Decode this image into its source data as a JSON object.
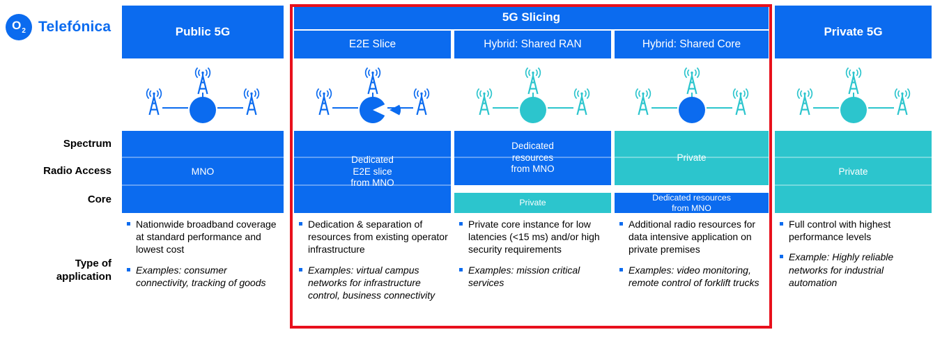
{
  "colors": {
    "blue": "#0b6bef",
    "teal": "#2cc5cd",
    "red": "#e8101c",
    "text": "#000000",
    "white": "#ffffff"
  },
  "logo": {
    "o2": "O",
    "o2_sub": "2",
    "name": "Telefónica"
  },
  "headers": {
    "public": "Public 5G",
    "slicing": "5G Slicing",
    "e2e": "E2E Slice",
    "shared_ran": "Hybrid: Shared RAN",
    "shared_core": "Hybrid: Shared Core",
    "private": "Private 5G"
  },
  "row_labels": {
    "spectrum": "Spectrum",
    "radio_access": "Radio Access",
    "core": "Core",
    "type_of_application": "Type of\napplication"
  },
  "bars": {
    "public": "MNO",
    "e2e": "Dedicated\nE2E slice\nfrom MNO",
    "shared_ran_top": "Dedicated\nresources\nfrom MNO",
    "shared_ran_core": "Private",
    "shared_core_top": "Private",
    "shared_core_core": "Dedicated resources\nfrom  MNO",
    "private": "Private"
  },
  "applications": {
    "public": [
      {
        "text": "Nationwide broadband coverage at standard performance and lowest cost",
        "italic": false
      },
      {
        "text": "Examples: consumer connectivity, tracking of goods",
        "italic": true
      }
    ],
    "e2e": [
      {
        "text": "Dedication & separation of resources from existing operator infrastructure",
        "italic": false
      },
      {
        "text": "Examples: virtual campus networks for infrastructure control, business connectivity",
        "italic": true
      }
    ],
    "shared_ran": [
      {
        "text": "Private core instance for low latencies (<15 ms) and/or high security requirements",
        "italic": false
      },
      {
        "text": "Examples: mission critical services",
        "italic": true
      }
    ],
    "shared_core": [
      {
        "text": "Additional radio resources for data intensive application on private premises",
        "italic": false
      },
      {
        "text": "Examples: video monitoring, remote control of forklift trucks",
        "italic": true
      }
    ],
    "private": [
      {
        "text": "Full control with highest performance levels",
        "italic": false
      },
      {
        "text": "Example: Highly reliable networks for industrial automation",
        "italic": true
      }
    ]
  },
  "icons": {
    "public": {
      "antennas": "blue",
      "core": "blue"
    },
    "e2e": {
      "antennas": "blue",
      "core": "blue",
      "sliced": true
    },
    "shared_ran": {
      "antennas": "teal",
      "core": "teal"
    },
    "shared_core": {
      "antennas": "teal",
      "core": "blue"
    },
    "private": {
      "antennas": "teal",
      "core": "teal"
    }
  }
}
